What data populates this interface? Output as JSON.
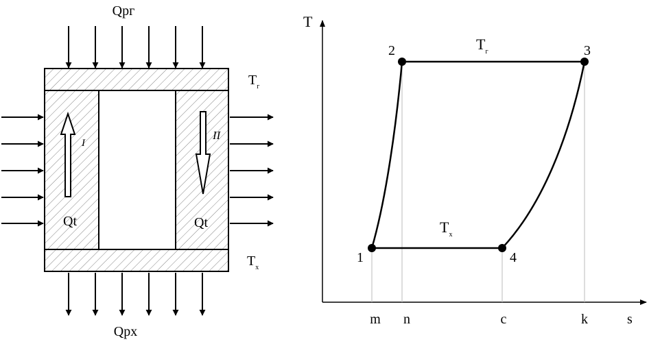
{
  "regenerator": {
    "heat_in_top": "Qрг",
    "heat_out_bottom": "Qрх",
    "hot_temp": "T",
    "hot_temp_sub": "г",
    "cold_temp": "T",
    "cold_temp_sub": "х",
    "channel_left_label": "I",
    "channel_right_label": "II",
    "heat_left": "Qt",
    "heat_right": "Qt"
  },
  "ts_diagram": {
    "y_axis_label": "T",
    "x_axis_label": "s",
    "upper_isotherm": "T",
    "upper_isotherm_sub": "г",
    "lower_isotherm": "T",
    "lower_isotherm_sub": "х",
    "points": [
      "1",
      "2",
      "3",
      "4"
    ],
    "x_ticks": [
      "m",
      "n",
      "c",
      "k"
    ]
  }
}
